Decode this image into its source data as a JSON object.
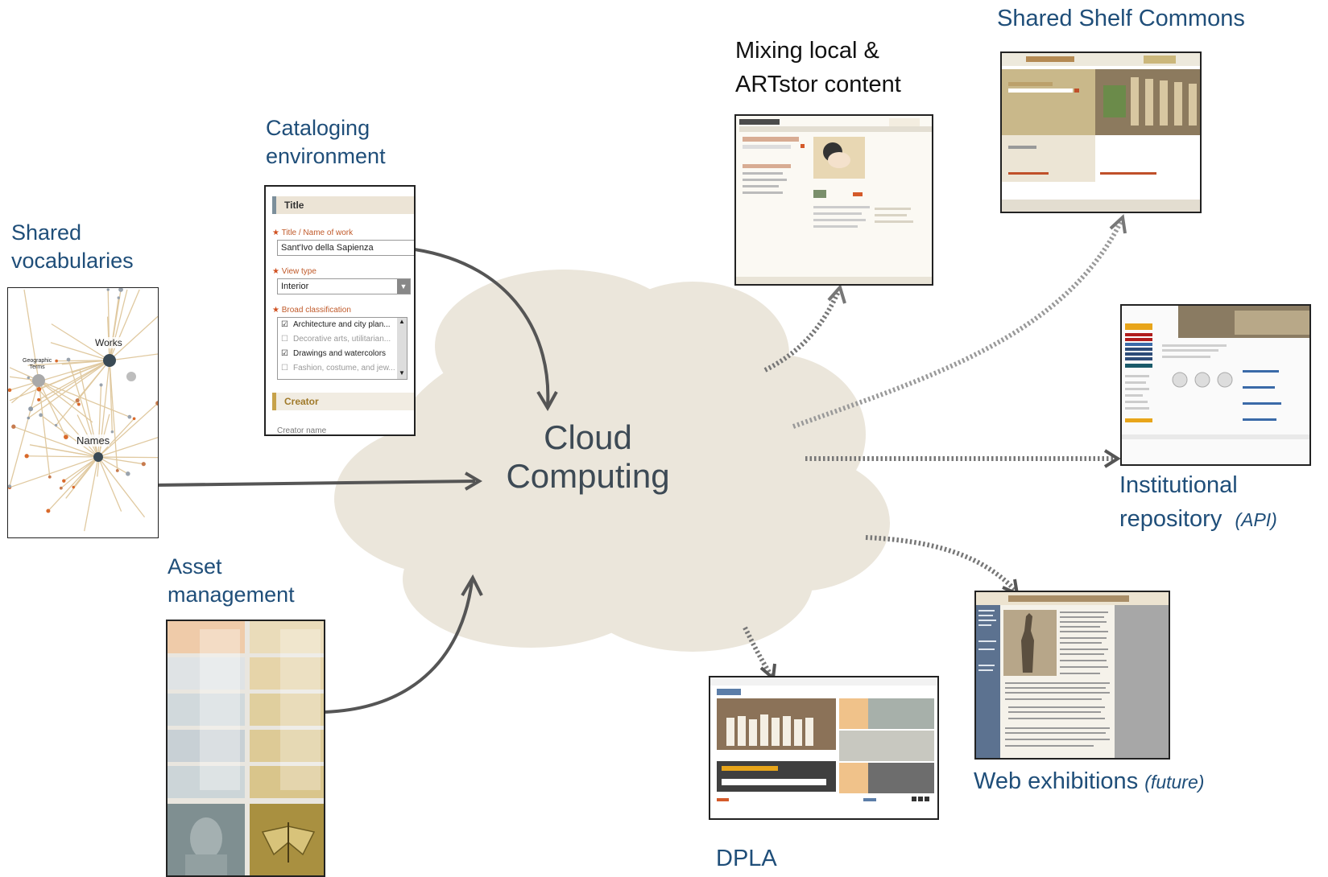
{
  "cloud": {
    "line1": "Cloud",
    "line2": "Computing"
  },
  "shared_vocab": {
    "label_line1": "Shared",
    "label_line2": "vocabularies",
    "nodes": {
      "works": "Works",
      "names": "Names",
      "geo": "Geographic\nTerms"
    }
  },
  "cataloging": {
    "label_line1": "Cataloging",
    "label_line2": "environment",
    "section_title": "Title",
    "field_title_label": "Title / Name of work",
    "field_title_value": "Sant'Ivo della Sapienza",
    "field_view_label": "View type",
    "field_view_value": "Interior",
    "field_class_label": "Broad classification",
    "class_options": [
      {
        "text": "Architecture and city plan...",
        "checked": true
      },
      {
        "text": "Decorative arts, utilitarian...",
        "checked": false
      },
      {
        "text": "Drawings and watercolors",
        "checked": true
      },
      {
        "text": "Fashion, costume, and jew...",
        "checked": false
      }
    ],
    "creator_section": "Creator",
    "creator_name_label": "Creator name"
  },
  "asset": {
    "label_line1": "Asset",
    "label_line2": "management"
  },
  "mixing": {
    "label_line1": "Mixing local &",
    "label_line2": "ARTstor content"
  },
  "shelf": {
    "label": "Shared Shelf Commons"
  },
  "repository": {
    "label_line1": "Institutional",
    "label_line2": "repository",
    "label_api": "(API)"
  },
  "web_exhibitions": {
    "label": "Web exhibitions",
    "label_future": "(future)"
  },
  "dpla": {
    "label": "DPLA"
  },
  "colors": {
    "cloud": "#ebe6db",
    "label_blue": "#1f4e79",
    "arrow_dark": "#555555",
    "arrow_dotted": "#7f7f7f"
  }
}
